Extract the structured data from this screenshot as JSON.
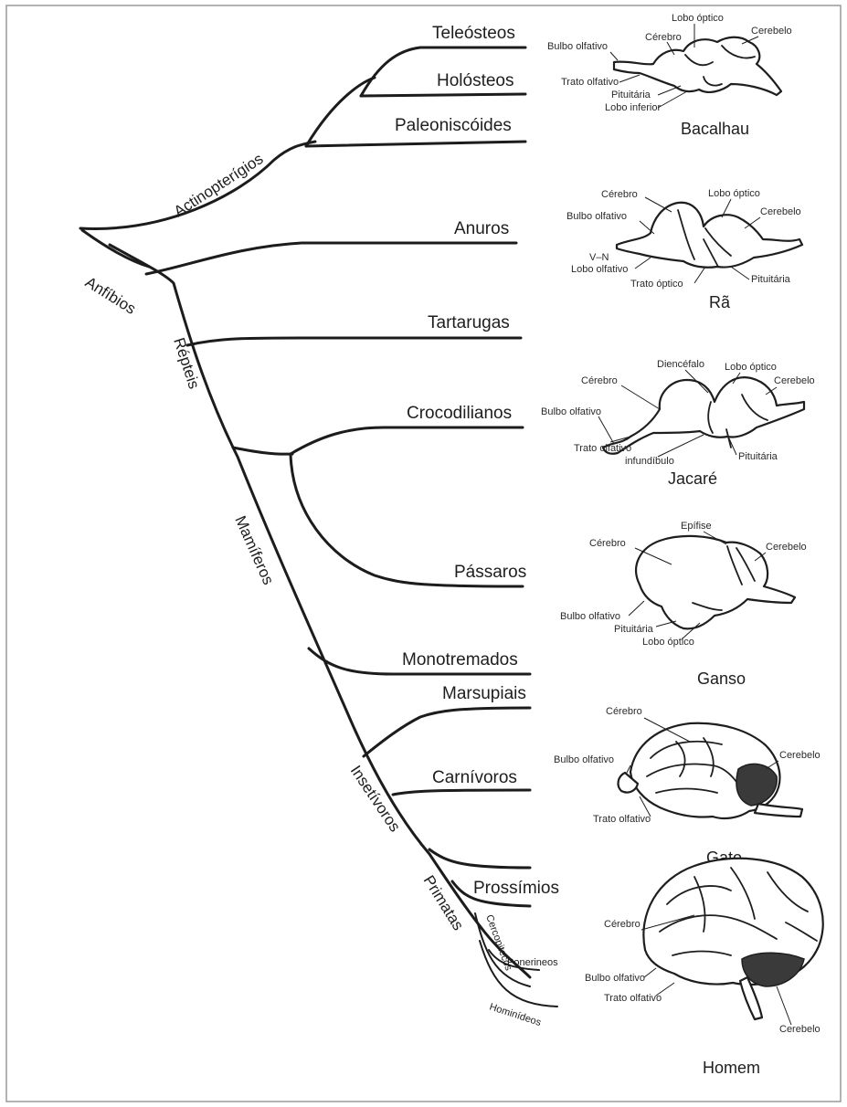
{
  "taxa": {
    "teleosteos": "Teleósteos",
    "holosteos": "Holósteos",
    "paleoniscoides": "Paleoniscóides",
    "anuros": "Anuros",
    "tartarugas": "Tartarugas",
    "crocodilianos": "Crocodilianos",
    "passaros": "Pássaros",
    "monotremados": "Monotremados",
    "marsupiais": "Marsupiais",
    "carnivoros": "Carnívoros",
    "prossimios": "Prossímios",
    "cercopitecos": "Cercopitecos",
    "ponerineos": "Ponerineos",
    "hominideos": "Hominídeos"
  },
  "groups": {
    "actinopterigios": "Actinopterígios",
    "anfibios": "Anfíbios",
    "repteis": "Répteis",
    "mamiferos": "Mamíferos",
    "insetivoros": "Insetívoros",
    "primatas": "Primatas"
  },
  "animals": {
    "bacalhau": "Bacalhau",
    "ra": "Rã",
    "jacare": "Jacaré",
    "ganso": "Ganso",
    "gato": "Gato",
    "homem": "Homem"
  },
  "brain_parts": {
    "bacalhau": {
      "lobo_optico": "Lobo óptico",
      "cerebro": "Cérebro",
      "cerebelo": "Cerebelo",
      "bulbo_olfativo": "Bulbo olfativo",
      "trato_olfativo": "Trato olfativo",
      "pituitaria": "Pituitária",
      "lobo_inferior": "Lobo inferior"
    },
    "ra": {
      "cerebro": "Cérebro",
      "lobo_optico": "Lobo óptico",
      "bulbo_olfativo": "Bulbo olfativo",
      "cerebelo": "Cerebelo",
      "v_n": "V–N",
      "lobo_olfativo": "Lobo olfativo",
      "trato_optico": "Trato óptico",
      "pituitaria": "Pituitária"
    },
    "jacare": {
      "diencefalo": "Diencéfalo",
      "lobo_optico": "Lobo óptico",
      "cerebro": "Cérebro",
      "cerebelo": "Cerebelo",
      "bulbo_olfativo": "Bulbo olfativo",
      "trato_olfativo": "Trato olfativo",
      "infundibulo": "infundíbulo",
      "pituitaria": "Pituitária"
    },
    "ganso": {
      "epifise": "Epífise",
      "cerebro": "Cérebro",
      "cerebelo": "Cerebelo",
      "bulbo_olfativo": "Bulbo olfativo",
      "pituitaria": "Pituitária",
      "lobo_optico": "Lobo óptico"
    },
    "gato": {
      "cerebro": "Cérebro",
      "bulbo_olfativo": "Bulbo olfativo",
      "cerebelo": "Cerebelo",
      "trato_olfativo": "Trato olfativo"
    },
    "homem": {
      "cerebro": "Cérebro",
      "bulbo_olfativo": "Bulbo olfativo",
      "trato_olfativo": "Trato olfativo",
      "cerebelo": "Cerebelo"
    }
  }
}
